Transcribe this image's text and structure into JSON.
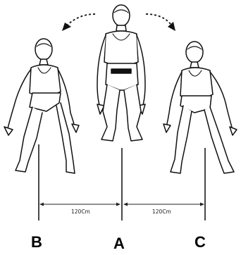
{
  "diagram": {
    "points": {
      "b": "B",
      "a": "A",
      "c": "C"
    },
    "distances": {
      "a_to_b": "120Cm",
      "a_to_c": "120Cm"
    },
    "icons": {
      "left_arrow": "curved-arrow-left",
      "right_arrow": "curved-arrow-right",
      "figures": "athlete-defensive-stance"
    }
  }
}
